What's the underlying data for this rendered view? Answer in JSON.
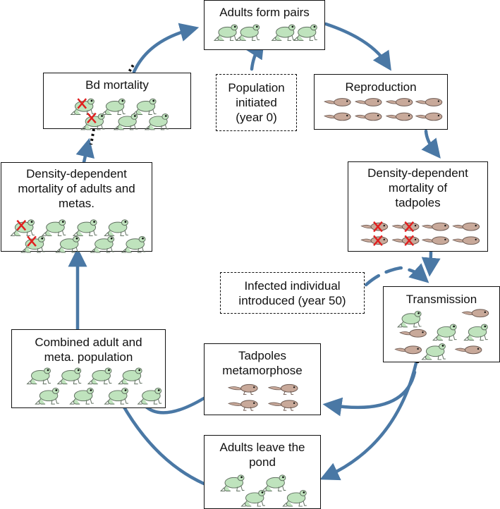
{
  "labels": {
    "form_pairs": "Adults form pairs",
    "reproduction": "Reproduction",
    "dd_tadpoles": "Density-dependent\nmortality of\ntadpoles",
    "transmission": "Transmission",
    "metamorphose": "Tadpoles\nmetamorphose",
    "adults_leave": "Adults leave the\npond",
    "combined": "Combined adult and\nmeta. population",
    "dd_adults": "Density-dependent\nmortality of adults and\nmetas.",
    "bd_mortality": "Bd mortality",
    "pop_initiated": "Population\ninitiated\n(year 0)",
    "infected": "Infected individual\nintroduced (year 50)"
  },
  "icons": {
    "frog": "frog-icon",
    "tadpole": "tadpole-icon",
    "metamorph": "metamorph-icon",
    "death_mark": "x-mark-icon"
  },
  "colors": {
    "arrow": "#4a78a5",
    "frog_fill": "#bfe3bd",
    "frog_stroke": "#5f6f5f",
    "tadpole_fill": "#c8a99a",
    "tadpole_stroke": "#6d5a52",
    "x_mark": "#e02020"
  }
}
